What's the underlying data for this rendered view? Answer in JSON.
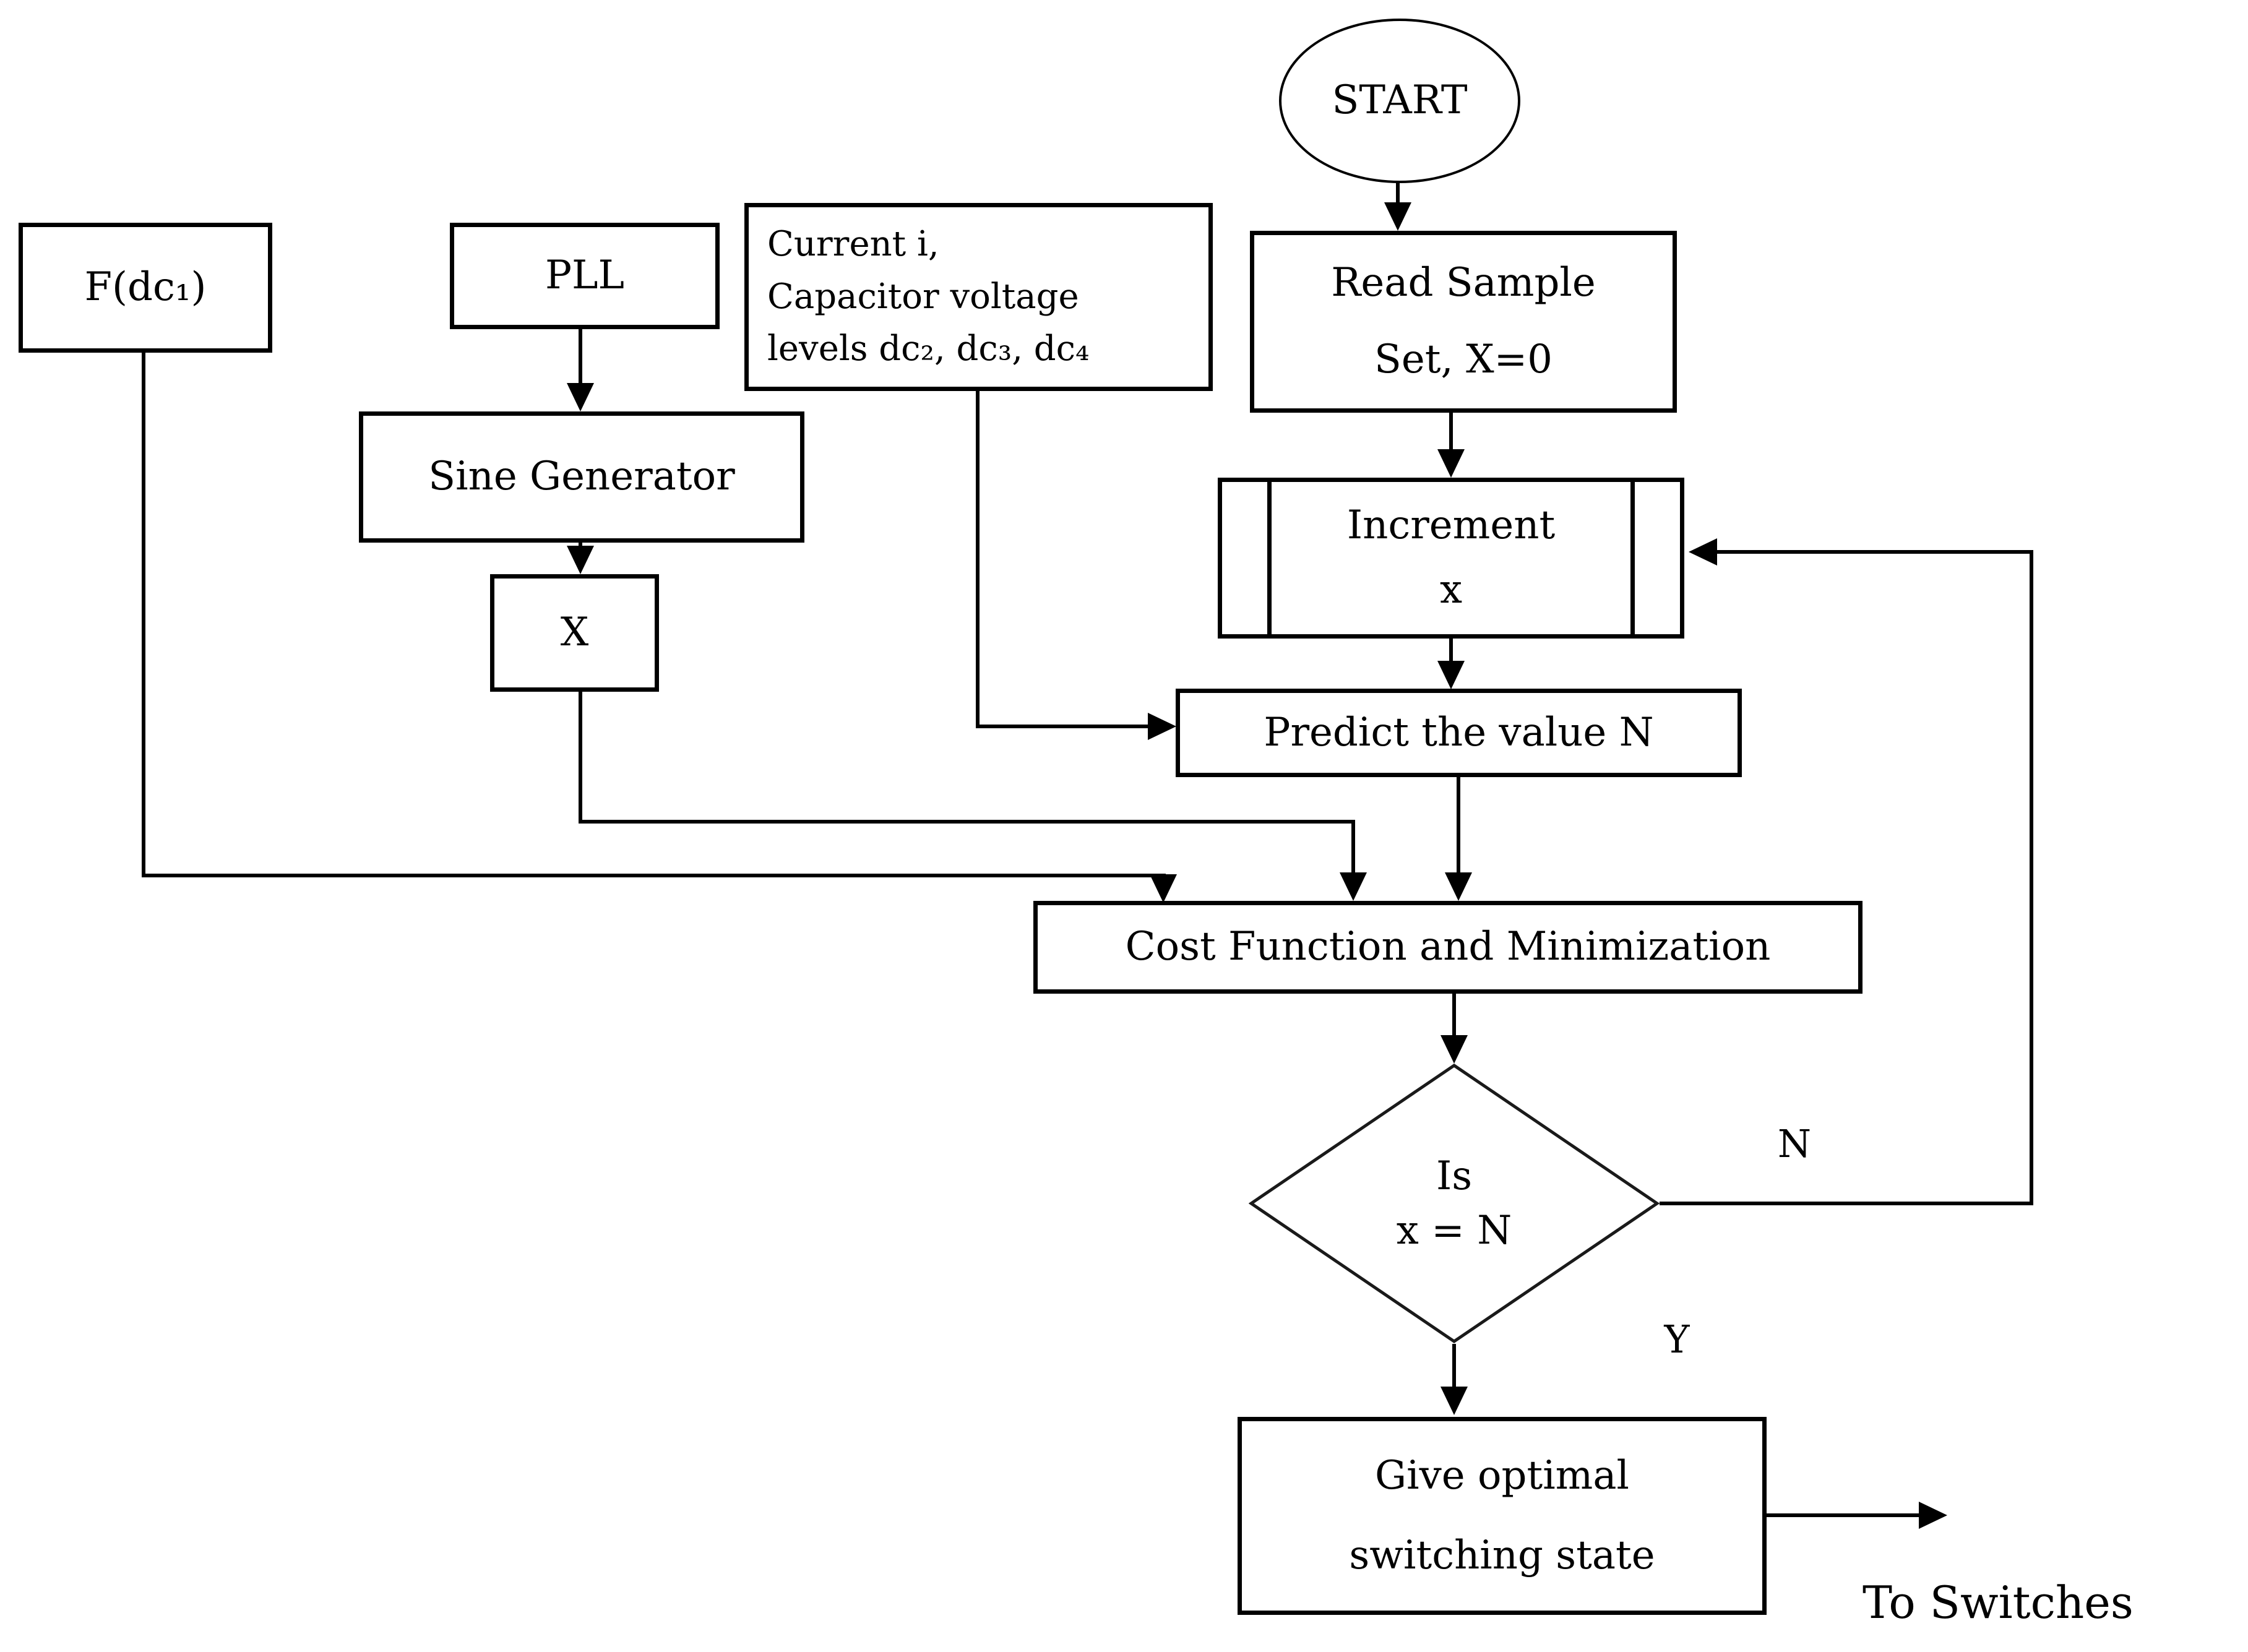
{
  "flowchart": {
    "nodes": {
      "start": {
        "label": "START",
        "shape": "ellipse"
      },
      "f_dc1": {
        "label": "F(dc₁)",
        "shape": "rect"
      },
      "pll": {
        "label": "PLL",
        "shape": "rect"
      },
      "current_inputs": {
        "shape": "rect",
        "lines": [
          "Current i,",
          "Capacitor voltage",
          "levels dc₂, dc₃, dc₄"
        ]
      },
      "read_sample": {
        "shape": "rect",
        "lines": [
          "Read Sample",
          "Set, X=0"
        ]
      },
      "increment_x": {
        "shape": "predefined-process",
        "lines": [
          "Increment",
          "x"
        ]
      },
      "sine_generator": {
        "label": "Sine Generator",
        "shape": "rect"
      },
      "multiplier_x": {
        "label": "X",
        "shape": "rect"
      },
      "predict_n": {
        "label": "Predict the value N",
        "shape": "rect"
      },
      "cost_function": {
        "label": "Cost Function and Minimization",
        "shape": "rect"
      },
      "decision_x_equals_n": {
        "shape": "diamond",
        "lines": [
          "Is",
          "x = N"
        ]
      },
      "give_optimal": {
        "shape": "rect",
        "lines": [
          "Give optimal",
          "switching state"
        ]
      }
    },
    "labels": {
      "branch_no": "N",
      "branch_yes": "Y",
      "output": "To Switches"
    },
    "colors": {
      "background": "#ffffff",
      "stroke": "#000000",
      "text": "#000000"
    }
  }
}
